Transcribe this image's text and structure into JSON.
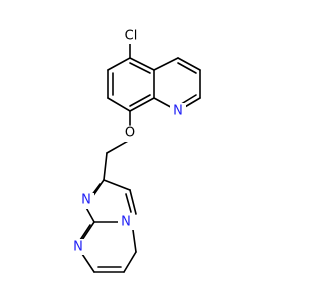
{
  "molecule": {
    "atoms": {
      "chlorine": {
        "label": "Cl",
        "color": "#000000"
      },
      "ether_oxygen": {
        "label": "O",
        "color": "#000000"
      },
      "quinoline_nitrogen": {
        "label": "N",
        "color": "#1f1ff5"
      },
      "imidazole_nitrogen": {
        "label": "N",
        "color": "#1f1ff5"
      },
      "bridgehead_nitrogen": {
        "label": "N",
        "color": "#1f1ff5"
      },
      "pyrimidine_nitrogen": {
        "label": "N",
        "color": "#1f1ff5"
      }
    }
  }
}
